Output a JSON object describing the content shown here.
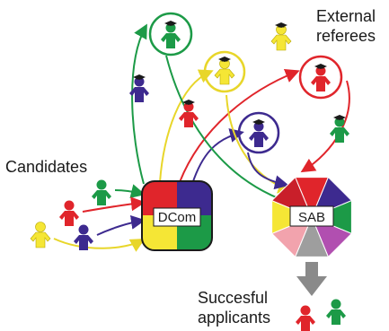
{
  "labels": {
    "candidates": "Candidates",
    "external_line1": "External",
    "external_line2": "referees",
    "dcom": "DCom",
    "sab": "SAB",
    "successful_line1": "Succesful",
    "successful_line2": "applicants"
  },
  "colors": {
    "red": "#e0252b",
    "green": "#1c9a47",
    "yellow": "#f5e635",
    "purple": "#3d2a8f",
    "pink": "#f2a3ad",
    "grey": "#9e9e9e",
    "magenta": "#b14fb0",
    "arrow_grey": "#8a8a8a"
  }
}
